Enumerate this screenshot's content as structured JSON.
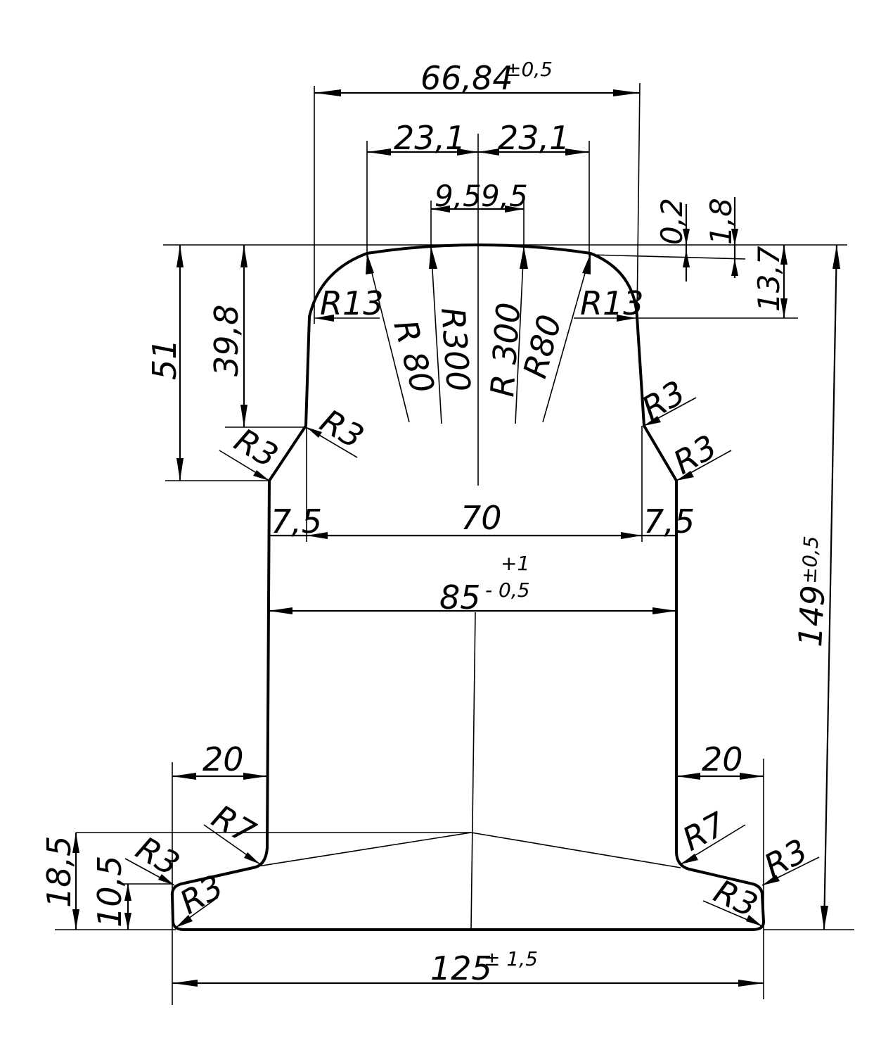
{
  "dimensions": {
    "top_width": "66,84",
    "top_width_tol": "±0,5",
    "left_23": "23,1",
    "right_23": "23,1",
    "left_9": "9,5",
    "right_9": "9,5",
    "d02": "0,2",
    "d18": "1,8",
    "d137": "13,7",
    "h51": "51",
    "h398": "39,8",
    "left_r13": "R13",
    "right_r13": "R13",
    "left_r80": "R 80",
    "right_r80": "R80",
    "left_r300": "R300",
    "right_r300": "R 300",
    "r3_a": "R3",
    "r3_b": "R3",
    "r3_c": "R3",
    "r3_d": "R3",
    "d75_left": "7,5",
    "d75_right": "7,5",
    "w70": "70",
    "w85": "85",
    "w85_tol_upper": "+1",
    "w85_tol_lower": "- 0,5",
    "total_height": "149",
    "total_height_tol": "±0,5",
    "left_20": "20",
    "right_20": "20",
    "left_r7": "R7",
    "right_r7": "R7",
    "left_r3_foot_top": "R3",
    "left_r3_foot_bottom": "R3",
    "right_r3_foot_top": "R3",
    "right_r3_foot_bottom": "R3",
    "h185": "18,5",
    "h105": "10,5",
    "base_width": "125",
    "base_width_tol": "± 1,5"
  }
}
